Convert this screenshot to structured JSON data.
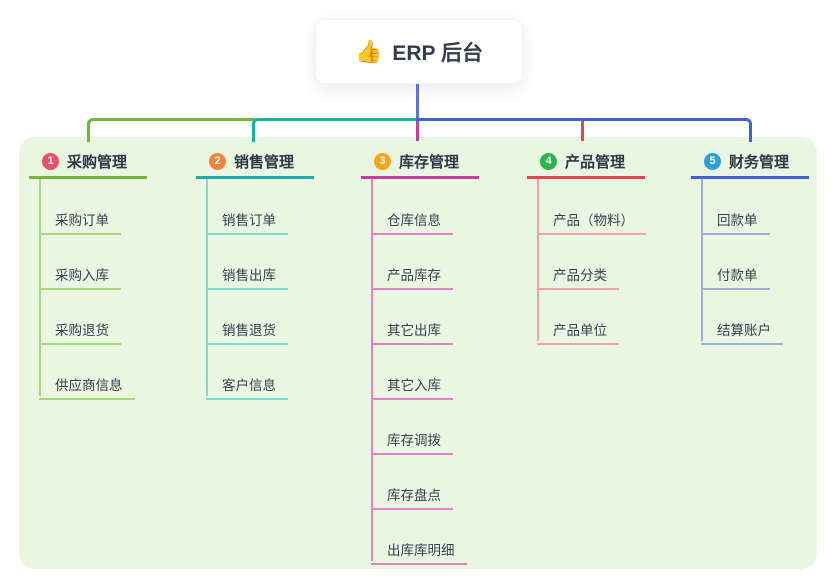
{
  "root": {
    "icon": "👍",
    "label": "ERP 后台"
  },
  "branches": [
    {
      "badge": "1",
      "label": "采购管理",
      "badge_color": "#ec4f68",
      "line_color": "#72b53b",
      "child_line_color": "#a9d780",
      "children": [
        "采购订单",
        "采购入库",
        "采购退货",
        "供应商信息"
      ]
    },
    {
      "badge": "2",
      "label": "销售管理",
      "badge_color": "#f5813c",
      "line_color": "#16b2a5",
      "child_line_color": "#7fdad0",
      "children": [
        "销售订单",
        "销售出库",
        "销售退货",
        "客户信息"
      ]
    },
    {
      "badge": "3",
      "label": "库存管理",
      "badge_color": "#f8a41d",
      "line_color": "#ca3c9b",
      "child_line_color": "#e480c4",
      "children": [
        "仓库信息",
        "产品库存",
        "其它出库",
        "其它入库",
        "库存调拨",
        "库存盘点",
        "出库库明细"
      ]
    },
    {
      "badge": "4",
      "label": "产品管理",
      "badge_color": "#2db44e",
      "line_color": "#e94257",
      "child_line_color": "#f59fa7",
      "children": [
        "产品（物料）",
        "产品分类",
        "产品单位"
      ]
    },
    {
      "badge": "5",
      "label": "财务管理",
      "badge_color": "#2f9fdc",
      "line_color": "#4061d3",
      "child_line_color": "#9dafdf",
      "children": [
        "回款单",
        "付款单",
        "结算账户"
      ]
    }
  ],
  "colors": {
    "panel_bg": "#e9f6e2",
    "trunk": "#5b71da",
    "root_text": "#333c4a",
    "child_text": "#353f4d"
  }
}
